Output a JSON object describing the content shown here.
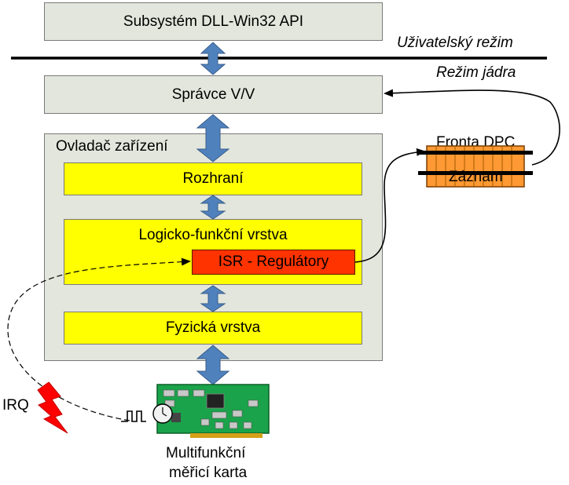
{
  "subsystem": "Subsystém DLL-Win32 API",
  "mode_user": "Uživatelský režim",
  "mode_kernel": "Režim jádra",
  "io_manager": "Správce V/V",
  "driver": {
    "title": "Ovladač zařízení",
    "interface": "Rozhraní",
    "logic": "Logicko-funkční vrstva",
    "isr": "ISR - Regulátory",
    "physical": "Fyzická vrstva"
  },
  "dpc": {
    "title": "Fronta DPC",
    "entry": "Záznam"
  },
  "irq": "IRQ",
  "card": {
    "line1": "Multifunkční",
    "line2": "měřicí karta"
  },
  "colors": {
    "gray_box": "#e3e6dc",
    "yellow_box": "#ffff00",
    "red_box": "#ff3300",
    "orange_box": "#ff9933",
    "arrow_blue": "#4f81bd",
    "pcb_green": "#1aa34a",
    "irq_red": "#ff0000"
  }
}
